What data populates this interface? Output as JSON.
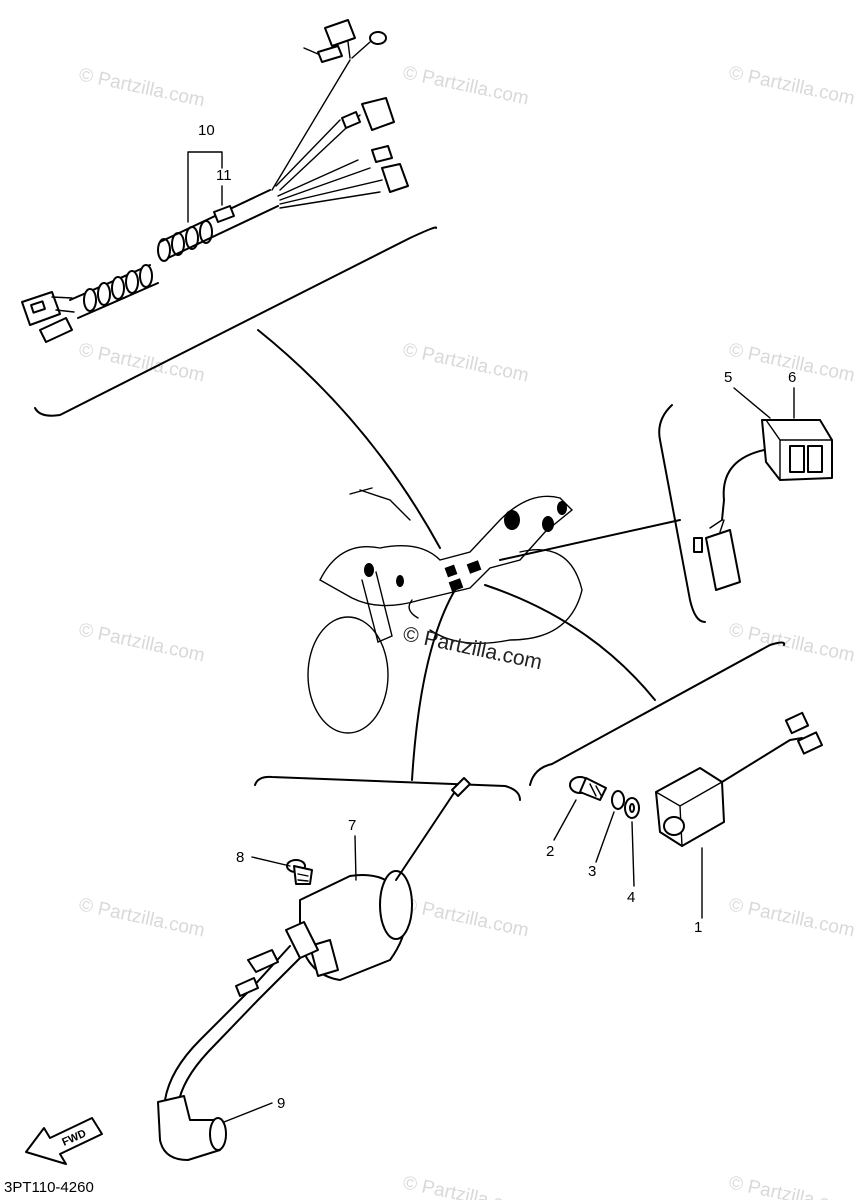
{
  "watermark": "© Partzilla.com",
  "diagram_code": "3PT110-4260",
  "fwd_label": "FWD",
  "callouts": [
    "1",
    "2",
    "3",
    "4",
    "5",
    "6",
    "7",
    "8",
    "9",
    "10",
    "11"
  ]
}
